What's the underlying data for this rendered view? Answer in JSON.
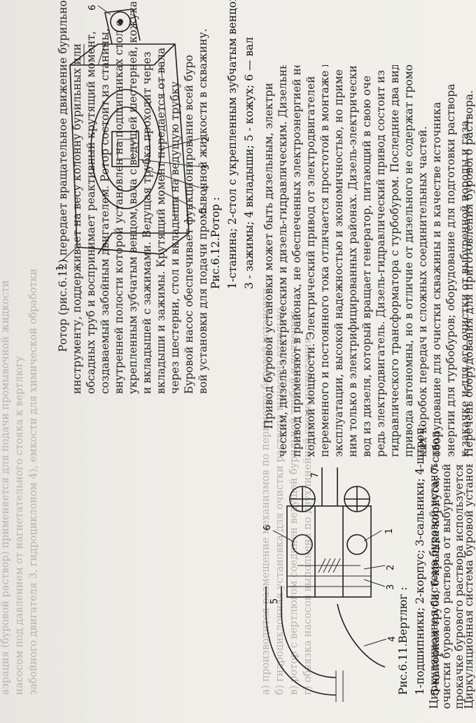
{
  "top_page": {
    "lines": [
      "Ротор (рис.6.12) передает вращательное движение бурильному",
      "инструменту, поддерживает на весу колонну бурильных или",
      "обсадных труб и воспринимает реактивный крутящий момент,",
      "создаваемый забойным двигателем. Ротор состоит из станины,",
      "внутренней полости которой установлен на подшипниках стол с",
      "укрепленным зубчатым венцом, вала с ведущей шестерней, кожуха",
      "и вкладышей с зажимами. Ведущая трубка проходит через",
      "вкладыши и зажимы. Крутящий момент передается от вала",
      "через шестерни, стол и вкладыши на ведущую трубку.",
      "Буровой насос обеспечивает функционирование всей буро",
      "вой установки для подачи промывочной жидкости в скважину."
    ],
    "bleed": [
      "аэрация (буровой раствор) применяется для подачи промывочной жидкости",
      "насосом под давлением от нагнетательного стояка к вертлюгу",
      "забойного двигателя 3, гидроциклоном 4), емкости для химической обработки"
    ]
  },
  "bottom_page": {
    "lines": [
      "Привод буровой установки может быть дизельным, электри",
      "ческим, дизель-электрическим и дизель-гидравлическим. Дизельный",
      "привод применяют в районах, не обеспеченных электроэнергией необ",
      "ходимой мощности. Электрический привод от электродвигателей",
      "переменного и постоянного тока отличается простотой в монтаже и",
      "эксплуатации, высокой надежностью и экономичностью, но приме",
      "ним только в электрифицированных районах. Дизель-электрический при",
      "вод из дизеля, который вращает генератор, питающий в свою оче",
      "редь электродвигатель. Дизель-гидравлический привод состоит из",
      "гидравлического трансформатора с турбобуром. Последние два вида",
      "привода автономны, но в отличие от дизельного не содержат громозд",
      "ких коробок передач и сложных соединительных частей.",
      "Циркуляционная система буровой установки служит для",
      "очистки бурового раствора от выбуренной породы. При",
      "прокачке бурового раствора используется специальное",
      "оборудование для очистки скважины и в качестве источника",
      "энергии для турбобуров; оборудование для подготовки раствора",
      "к закачке и для его очистки от выбуренной породы и газа.",
      "Циркуляционная система буровой установки и список оборудования",
      "Перечень оборудования для приготовления бурового раствора."
    ],
    "bleed": [
      "а) производится размещение механизмов по периметру буровой установки",
      "б) гидроциклонная установка для очистки раствора вынесена отдельно",
      "в) ротор с вертлюгом соединен ведущей бурильной трубой и подвешен",
      "г) обвязка насосов выполнена по двухлинейной схеме нагнетания"
    ]
  },
  "figures": {
    "rotor": {
      "caption_title": "Рис.6.12.Ротор :",
      "caption_line1": "1-станина; 2-стол с укрепленным зубчатым венцом;",
      "caption_line2": "3 - зажимы; 4 вкладыши; 5 - кожух; 6 — вал",
      "labels": [
        "1",
        "2",
        "3",
        "4",
        "5",
        "6"
      ]
    },
    "swivel": {
      "caption_title": "Рис.6.11.Вертлюг :",
      "caption_line1": "1-подшипники; 2-корпус; 3-сальники; 4-штроп;",
      "caption_line2": "5-напорная труба; 6-крышка корпуса; 7-ствол",
      "labels": [
        "1",
        "2",
        "3",
        "4",
        "5",
        "6",
        "7"
      ]
    }
  }
}
